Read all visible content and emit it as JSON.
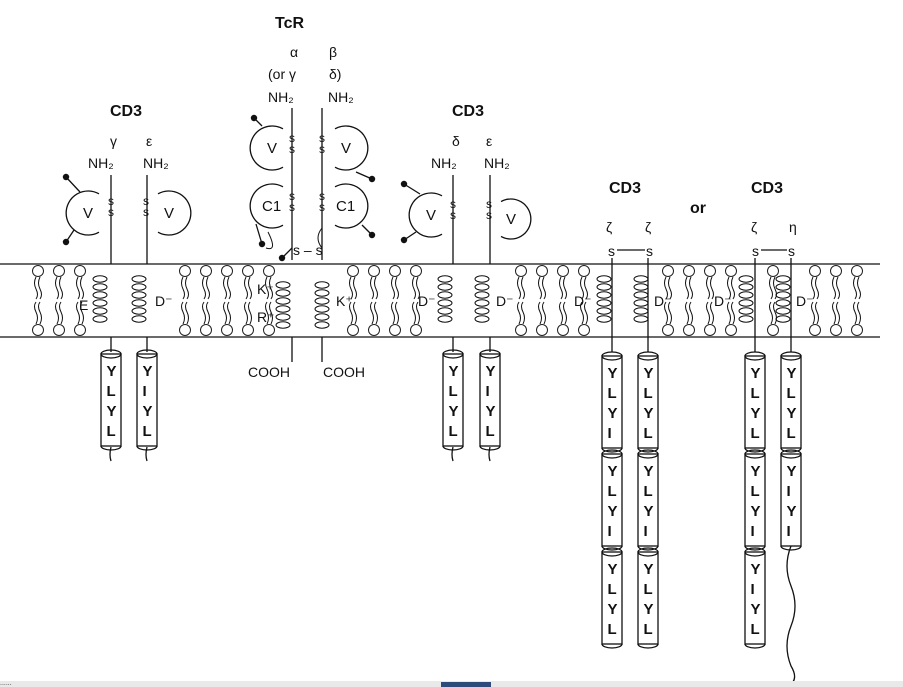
{
  "labels": {
    "tcr": "TcR",
    "alpha": "α",
    "beta": "β",
    "or_gamma": "(or γ",
    "delta_paren": "δ)",
    "nh2": "NH₂",
    "cd3": "CD3",
    "or": "or",
    "gamma": "γ",
    "epsilon": "ε",
    "delta": "δ",
    "zeta": "ζ",
    "eta": "η",
    "s": "s",
    "ss": "s – s",
    "v": "V",
    "c1": "C1",
    "e": "E",
    "d_minus": "D⁻",
    "k_plus": "K⁺",
    "r_plus": "R⁺",
    "cooh": "COOH"
  },
  "itams": {
    "ylyl": [
      "Y",
      "L",
      "Y",
      "L"
    ],
    "yiyl": [
      "Y",
      "I",
      "Y",
      "L"
    ],
    "ylyi": [
      "Y",
      "L",
      "Y",
      "I"
    ],
    "yiyi": [
      "Y",
      "I",
      "Y",
      "I"
    ]
  },
  "footer_text": "......"
}
